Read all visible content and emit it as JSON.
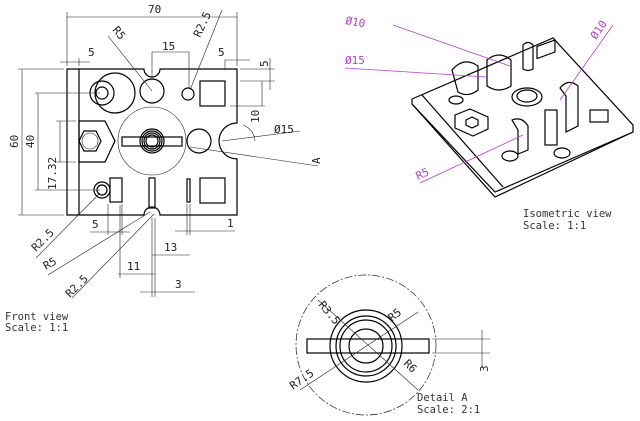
{
  "front_view": {
    "title": "Front view",
    "scale": "Scale:  1:1",
    "dimensions": {
      "width_70": "70",
      "left_5": "5",
      "spacing_15": "15",
      "top_r5": "R5",
      "top_r2_5": "R2.5",
      "right_5": "5",
      "right_vert_5": "5",
      "right_10": "10",
      "notch_dia": "Ø15",
      "height_60": "60",
      "height_40": "40",
      "hex_17_32": "17.32",
      "section_marker": "A",
      "bottom_5": "5",
      "bottom_1": "1",
      "bottom_r2_5_a": "R2.5",
      "bottom_r5": "R5",
      "bottom_13": "13",
      "bottom_11": "11",
      "bottom_r2_5_b": "R2.5",
      "bottom_3": "3"
    }
  },
  "isometric_view": {
    "title": "Isometric view",
    "scale": "Scale:  1:1",
    "dimensions": {
      "dia_10_left": "Ø10",
      "dia_15": "Ø15",
      "dia_10_right": "Ø10",
      "r5": "R5"
    },
    "annotation_color": "#b040c8"
  },
  "detail_view": {
    "title": "Detail A",
    "scale": "Scale:  2:1",
    "dimensions": {
      "r3_5": "R3.5",
      "r5": "R5",
      "r7_5": "R7.5",
      "r6": "R6",
      "thickness_3": "3"
    }
  }
}
